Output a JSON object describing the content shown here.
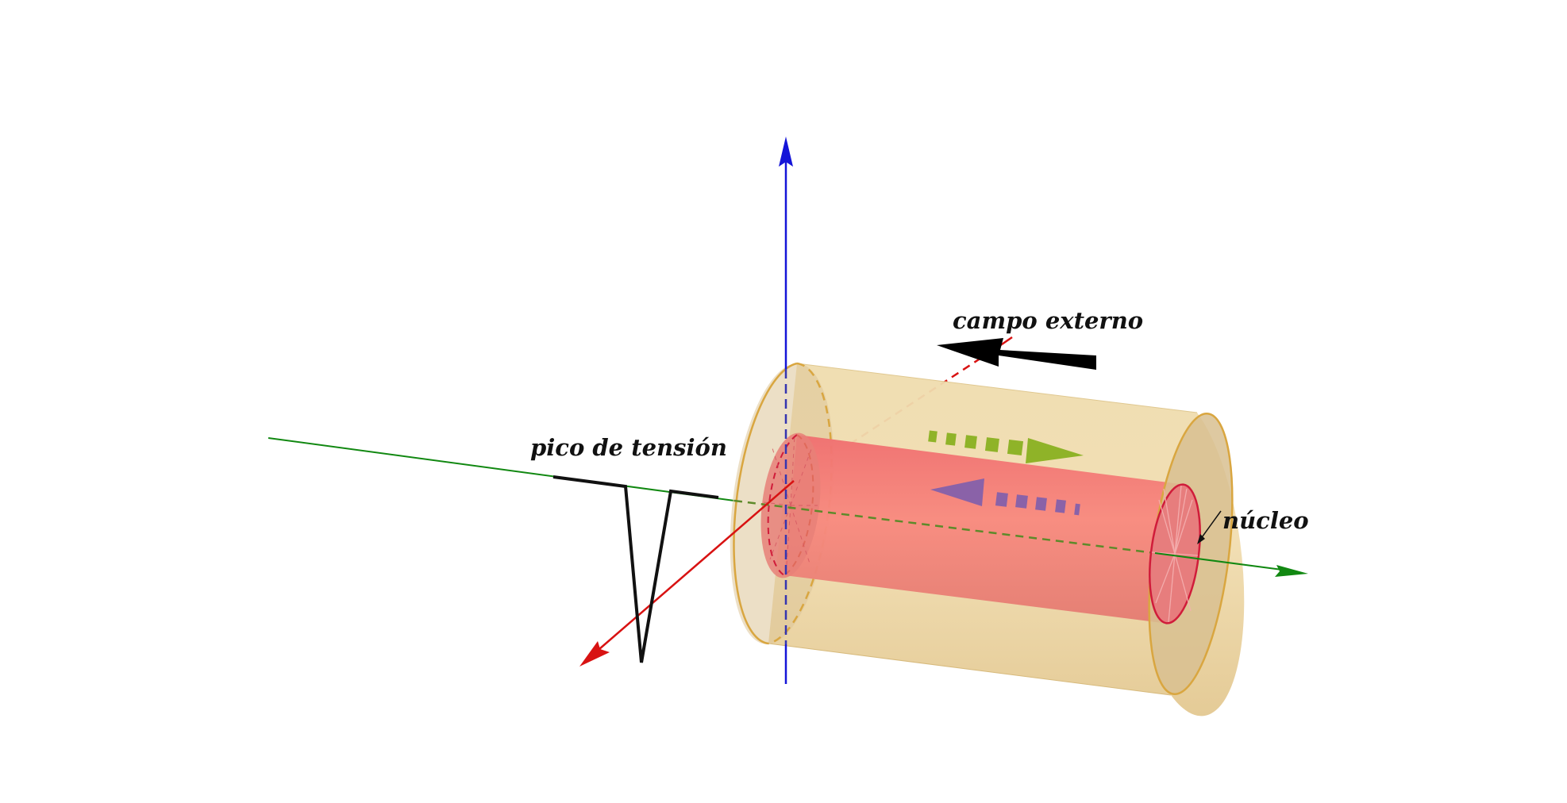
{
  "labels": {
    "campo_externo": "campo externo",
    "pico_de_tension": "pico de tensión",
    "nucleo": "núcleo"
  },
  "colors": {
    "background": "#ffffff",
    "outer_cylinder_fill": "#e7cf98",
    "outer_cylinder_stroke": "#d9a640",
    "inner_core_fill": "#f07f7a",
    "inner_core_stroke": "#d01c3a",
    "axis_vertical": "#1515d8",
    "axis_horizontal": "#118811",
    "axis_depth": "#d81212",
    "external_field_arrow": "#000000",
    "forward_arrow": "#8fb328",
    "backward_arrow": "#8a62a8",
    "voltage_spike": "#111111"
  },
  "icons": {
    "external_field": "arrow-left-icon",
    "forward_flow": "dashed-arrow-right-icon",
    "backward_flow": "dashed-arrow-left-icon"
  }
}
